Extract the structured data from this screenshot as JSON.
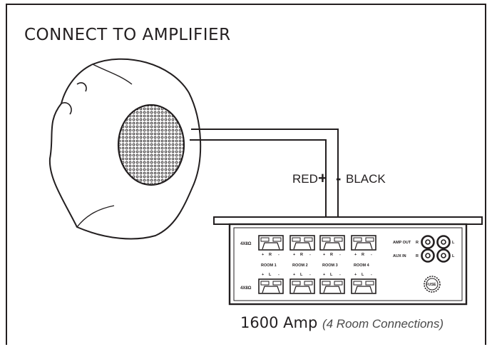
{
  "title": "CONNECT TO AMPLIFIER",
  "wire": {
    "red": "RED",
    "plus": "+",
    "minus": "-",
    "black": "BLACK"
  },
  "amp": {
    "impedance": "4X8Ω",
    "channel_right": "R",
    "channel_left": "L",
    "terminal_plus": "+",
    "terminal_minus": "-",
    "rooms": [
      "ROOM 1",
      "ROOM 2",
      "ROOM 3",
      "ROOM 4"
    ],
    "amp_out": "AMP OUT",
    "aux_in": "AUX IN",
    "fuse": "FUSE"
  },
  "caption": {
    "model": "1600 Amp",
    "detail": "(4 Room Connections)"
  },
  "colors": {
    "ink": "#231f20"
  }
}
